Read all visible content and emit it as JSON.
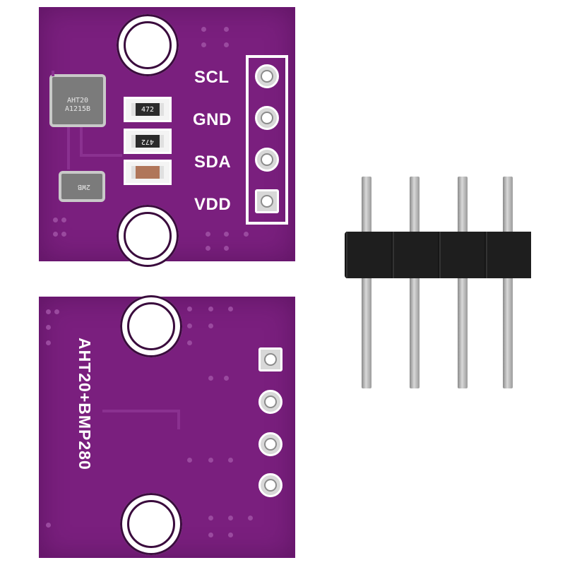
{
  "front_board": {
    "pin_labels": [
      "SCL",
      "GND",
      "SDA",
      "VDD"
    ],
    "sensor_marking_line1": "AHT20",
    "sensor_marking_line2": "A1215B",
    "resistor_1": "472",
    "resistor_2": "472",
    "small_chip_marking": "2WB"
  },
  "back_board": {
    "title": "AHT20+BMP280"
  },
  "colors": {
    "pcb": "#7a1f7e",
    "silkscreen": "#ffffff",
    "header_plastic": "#161616",
    "pin_metal": "#c0c0c0"
  }
}
